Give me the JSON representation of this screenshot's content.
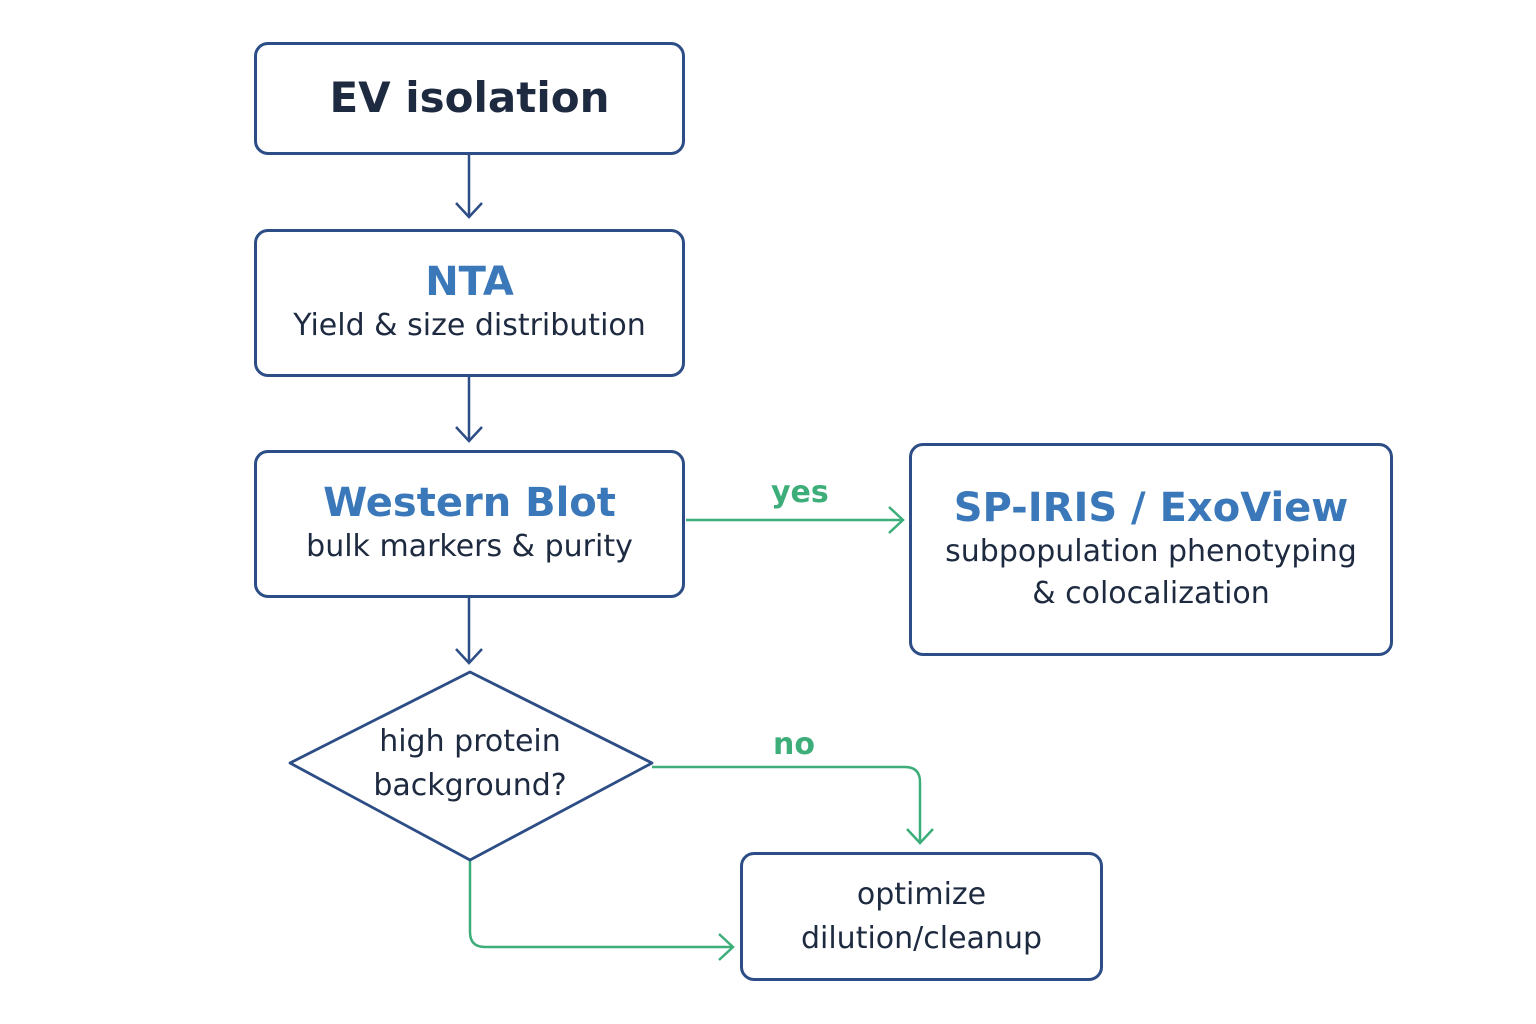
{
  "nodes": {
    "ev_isolation": {
      "title": "EV isolation"
    },
    "nta": {
      "title": "NTA",
      "subtitle": "Yield & size distribution"
    },
    "western_blot": {
      "title": "Western Blot",
      "subtitle": "bulk markers & purity"
    },
    "sp_iris": {
      "title": "SP-IRIS / ExoView",
      "subtitle_line1": "subpopulation phenotyping",
      "subtitle_line2": "& colocalization"
    },
    "decision": {
      "line1": "high protein",
      "line2": "background?"
    },
    "optimize": {
      "line1": "optimize",
      "line2": "dilution/cleanup"
    }
  },
  "edges": {
    "yes_label": "yes",
    "no_label": "no"
  },
  "colors": {
    "node_border": "#2c4d86",
    "title_blue": "#3a78b9",
    "text_dark": "#1e2a40",
    "yes_no_green": "#3dae7a"
  }
}
